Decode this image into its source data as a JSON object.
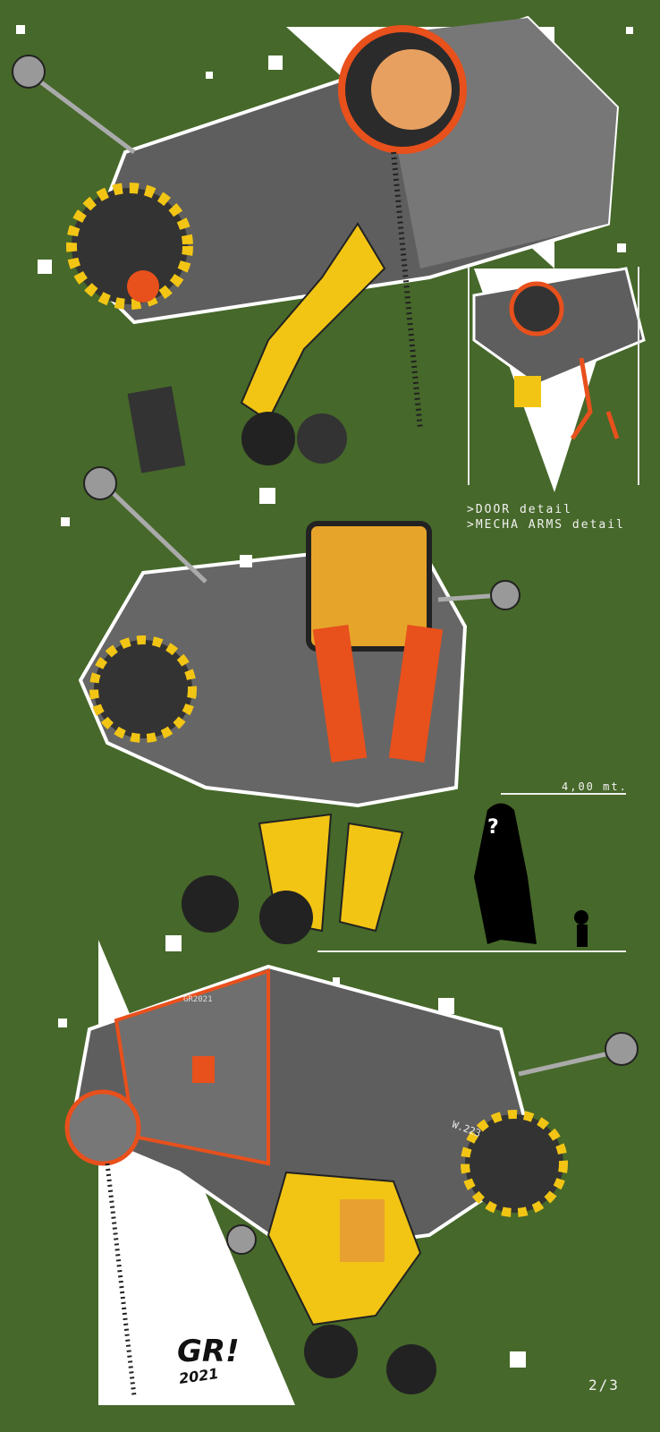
{
  "captions": {
    "door_detail": ">DOOR detail",
    "arms_detail": ">MECHA ARMS detail",
    "scale": "4,00 mt.",
    "page": "2/3"
  },
  "signature": {
    "initials": "GR!",
    "year": "2021"
  },
  "vehicle_markings": {
    "code": "GR2021",
    "serial": "W.223",
    "unknown_figure": "?"
  },
  "colors": {
    "background": "#46682a",
    "hull": "#6b6b6b",
    "accent_orange": "#e8501c",
    "accent_yellow": "#f2c514"
  }
}
